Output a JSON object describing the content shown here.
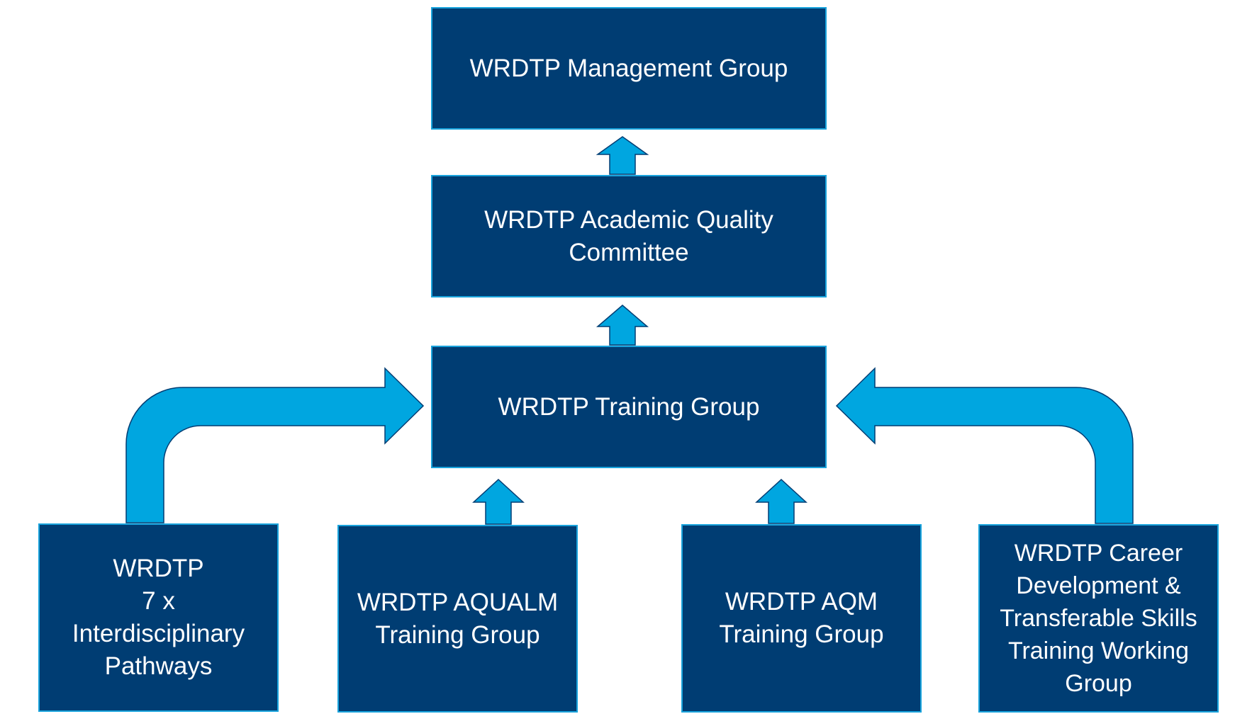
{
  "diagram": {
    "nodes": {
      "management": "WRDTP Management Group",
      "aqc": "WRDTP Academic Quality\nCommittee",
      "training": "WRDTP Training Group",
      "pathways": "WRDTP\n7 x Interdisciplinary\nPathways",
      "aqualm": "WRDTP AQUALM\nTraining Group",
      "aqm": "WRDTP AQM\nTraining Group",
      "career": "WRDTP Career\nDevelopment &\nTransferable Skills\nTraining Working\nGroup"
    },
    "edges": [
      {
        "from": "aqc",
        "to": "management"
      },
      {
        "from": "training",
        "to": "aqc"
      },
      {
        "from": "pathways",
        "to": "training"
      },
      {
        "from": "aqualm",
        "to": "training"
      },
      {
        "from": "aqm",
        "to": "training"
      },
      {
        "from": "career",
        "to": "training"
      }
    ],
    "colors": {
      "box_fill": "#003d73",
      "box_border": "#19a3dc",
      "arrow_fill": "#00a6e0",
      "text": "#ffffff"
    }
  }
}
